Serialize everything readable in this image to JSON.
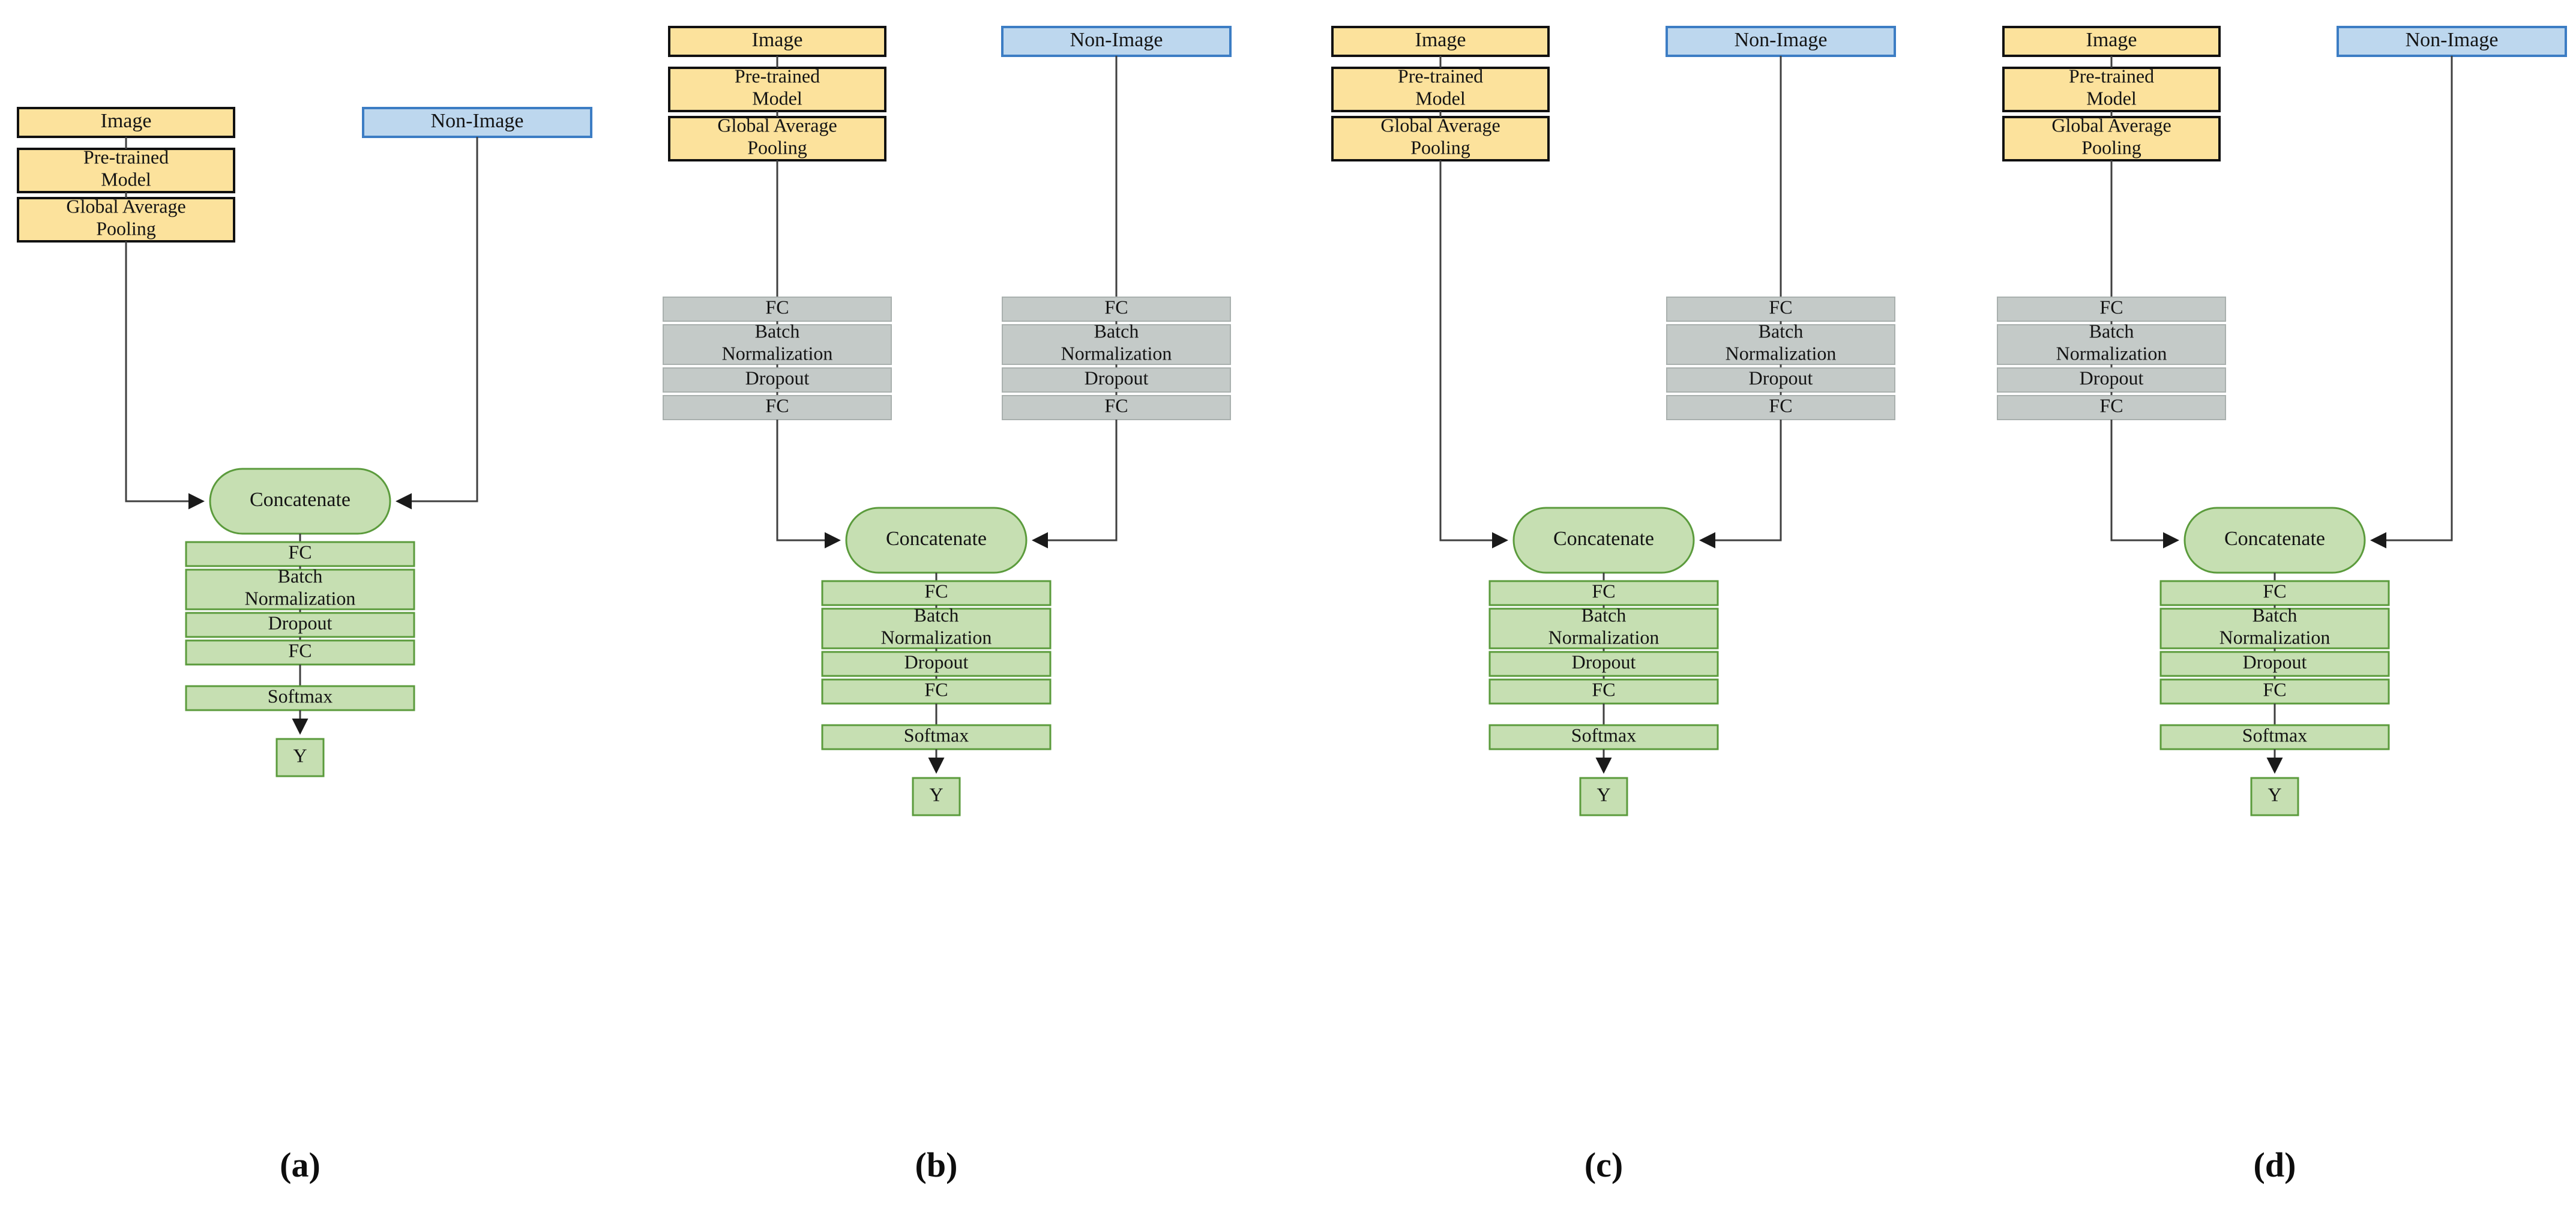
{
  "figure": {
    "type": "neural-network-architecture-diagram",
    "panel_count": 4,
    "description": "Four multimodal fusion architecture variants combining an Image branch and a Non-Image branch via a Concatenate layer"
  },
  "labels": {
    "image": "Image",
    "non_image": "Non-Image",
    "pretrained_model": "Pre-trained Model",
    "pretrained_model_l1": "Pre-trained",
    "pretrained_model_l2": "Model",
    "global_average_pooling": "Global Average Pooling",
    "global_average_pooling_l1": "Global Average",
    "global_average_pooling_l2": "Pooling",
    "fc": "FC",
    "batch_normalization": "Batch Normalization",
    "batch_normalization_l1": "Batch",
    "batch_normalization_l2": "Normalization",
    "dropout": "Dropout",
    "softmax": "Softmax",
    "concatenate": "Concatenate",
    "output": "Y"
  },
  "colors": {
    "image_fill": "#FCE29C",
    "image_stroke": "#111111",
    "nonimage_fill": "#BDD7EE",
    "nonimage_stroke": "#3C7DC4",
    "gray_fill": "#C4CAC8",
    "gray_stroke": "#A9B0AE",
    "green_fill": "#C6DFB2",
    "green_stroke": "#5B9B3C",
    "edge": "#3F3F3F",
    "background": "#FFFFFF"
  },
  "panels": [
    {
      "id": "a",
      "caption": "(a)",
      "image_branch": [
        "Image",
        "Pre-trained Model",
        "Global Average Pooling"
      ],
      "image_branch_gray": [],
      "non_image_branch": [
        "Non-Image"
      ],
      "non_image_branch_gray": [],
      "fusion": [
        "Concatenate",
        "FC",
        "Batch Normalization",
        "Dropout",
        "FC",
        "Softmax",
        "Y"
      ]
    },
    {
      "id": "b",
      "caption": "(b)",
      "image_branch": [
        "Image",
        "Pre-trained Model",
        "Global Average Pooling"
      ],
      "image_branch_gray": [
        "FC",
        "Batch Normalization",
        "Dropout",
        "FC"
      ],
      "non_image_branch": [
        "Non-Image"
      ],
      "non_image_branch_gray": [
        "FC",
        "Batch Normalization",
        "Dropout",
        "FC"
      ],
      "fusion": [
        "Concatenate",
        "FC",
        "Batch Normalization",
        "Dropout",
        "FC",
        "Softmax",
        "Y"
      ]
    },
    {
      "id": "c",
      "caption": "(c)",
      "image_branch": [
        "Image",
        "Pre-trained Model",
        "Global Average Pooling"
      ],
      "image_branch_gray": [],
      "non_image_branch": [
        "Non-Image"
      ],
      "non_image_branch_gray": [
        "FC",
        "Batch Normalization",
        "Dropout",
        "FC"
      ],
      "fusion": [
        "Concatenate",
        "FC",
        "Batch Normalization",
        "Dropout",
        "FC",
        "Softmax",
        "Y"
      ]
    },
    {
      "id": "d",
      "caption": "(d)",
      "image_branch": [
        "Image",
        "Pre-trained Model",
        "Global Average Pooling"
      ],
      "image_branch_gray": [
        "FC",
        "Batch Normalization",
        "Dropout",
        "FC"
      ],
      "non_image_branch": [
        "Non-Image"
      ],
      "non_image_branch_gray": [],
      "fusion": [
        "Concatenate",
        "FC",
        "Batch Normalization",
        "Dropout",
        "FC",
        "Softmax",
        "Y"
      ]
    }
  ],
  "captions": {
    "a": "(a)",
    "b": "(b)",
    "c": "(c)",
    "d": "(d)"
  }
}
